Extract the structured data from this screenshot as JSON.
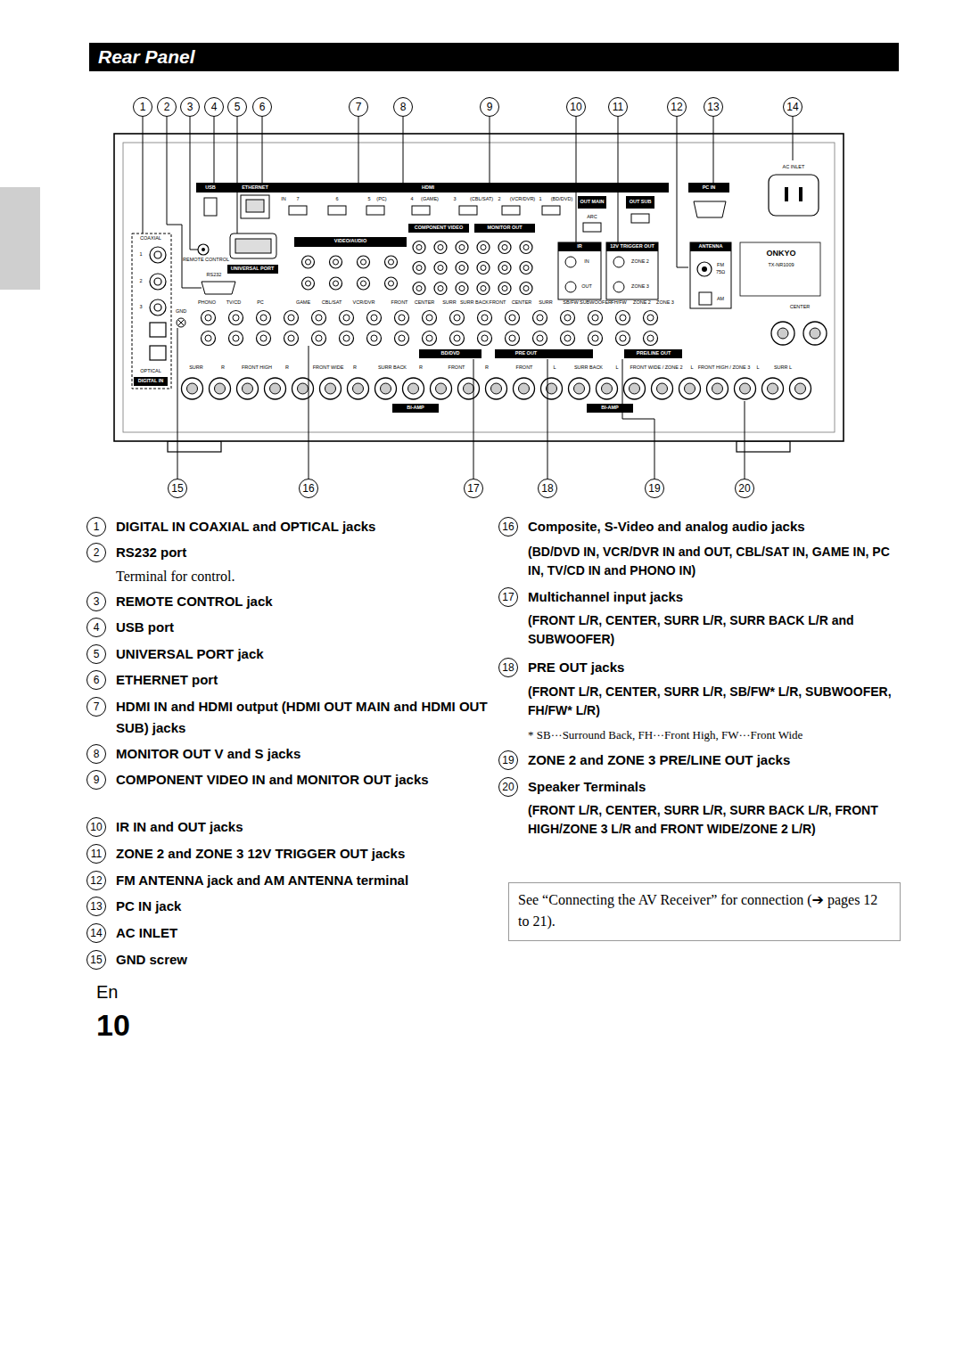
{
  "diagram": {
    "title": "Rear Panel",
    "nodes": [
      {
        "text": [
          "See “Connecting the AV Receiver” for connection (➔ pages 12 to 21)."
        ]
      }
    ],
    "labels": [
      "1",
      "2",
      "3",
      "4",
      "5",
      "6",
      "7",
      "8",
      "9",
      "10",
      "11",
      "12",
      "13",
      "14",
      "15",
      "16",
      "17",
      "18",
      "19",
      "20",
      "1",
      "DIGITAL IN COAXIAL and OPTICAL jacks",
      "2",
      "RS232 port",
      "Terminal for control.",
      "3",
      "REMOTE CONTROL jack",
      "4",
      "USB port",
      "5",
      "UNIVERSAL PORT jack",
      "6",
      "ETHERNET port",
      "7",
      "HDMI IN and HDMI output (HDMI OUT MAIN and HDMI OUT SUB) jacks",
      "8",
      "MONITOR OUT V and S jacks",
      "9",
      "COMPONENT VIDEO IN and MONITOR OUT jacks",
      "10",
      "IR IN and OUT jacks",
      "11",
      "ZONE 2 and ZONE 3 12V TRIGGER OUT jacks",
      "12",
      "FM ANTENNA jack and AM ANTENNA terminal",
      "13",
      "PC IN jack",
      "14",
      "AC INLET",
      "15",
      "GND screw",
      "16",
      "Composite, S-Video and analog audio jacks",
      "(BD/DVD IN, VCR/DVR IN and OUT, CBL/SAT IN, GAME IN, PC IN, TV/CD IN and PHONO IN)",
      "17",
      "Multichannel input jacks",
      "(FRONT L/R, CENTER, SURR L/R, SURR BACK L/R and SUBWOOFER)",
      "18",
      "PRE OUT jacks",
      "(FRONT L/R, CENTER, SURR L/R, SB/FW* L/R, SUBWOOFER, FH/FW* L/R)",
      "* SB···Surround Back, FH···Front High, FW···Front Wide",
      "19",
      "ZONE 2 and ZONE 3 PRE/LINE OUT jacks",
      "20",
      "Speaker Terminals",
      "(FRONT L/R, CENTER, SURR L/R, SURR BACK L/R, FRONT HIGH/ZONE 3 L/R and FRONT WIDE/ZONE 2 L/R)",
      "En",
      "10",
      "USB",
      "ETHERNET",
      "HDMI",
      "IN",
      "7",
      "6",
      "5",
      "(PC)",
      "4",
      "(GAME)",
      "3",
      "(CBL/SAT)",
      "2",
      "(VCR/DVR)",
      "1",
      "(BD/DVD)",
      "OUT MAIN",
      "ARC",
      "OUT SUB",
      "PC IN",
      "AC INLET",
      "COAXIAL",
      "1",
      "2",
      "3",
      "OPTICAL",
      "DIGITAL IN",
      "REMOTE CONTROL",
      "UNIVERSAL PORT",
      "RS232",
      "GND",
      "VIDEO/AUDIO",
      "COMPONENT VIDEO",
      "MONITOR OUT",
      "IR",
      "IN",
      "OUT",
      "12V TRIGGER OUT",
      "ZONE 2",
      "ZONE 3",
      "ANTENNA",
      "FM",
      "75Ω",
      "AM",
      "ONKYO",
      "TX-NR1009",
      "CENTER",
      "PHONO",
      "TV/CD",
      "PC",
      "GAME",
      "CBL/SAT",
      "VCR/DVR",
      "FRONT",
      "CENTER",
      "SURR",
      "SURR BACK",
      "FRONT",
      "CENTER",
      "SURR",
      "SB/FW",
      "SUBWOOFER",
      "FH/FW",
      "ZONE 2",
      "ZONE 3",
      "BD/DVD",
      "PRE OUT",
      "PRE/LINE OUT",
      "SURR",
      "R",
      "FRONT HIGH",
      "R",
      "FRONT WIDE",
      "R",
      "SURR BACK",
      "R",
      "FRONT",
      "R",
      "FRONT",
      "L",
      "SURR BACK",
      "L",
      "FRONT WIDE / ZONE 2",
      "L",
      "FRONT HIGH / ZONE 3",
      "L",
      "SURR L",
      "BI-AMP",
      "BI-AMP"
    ]
  }
}
